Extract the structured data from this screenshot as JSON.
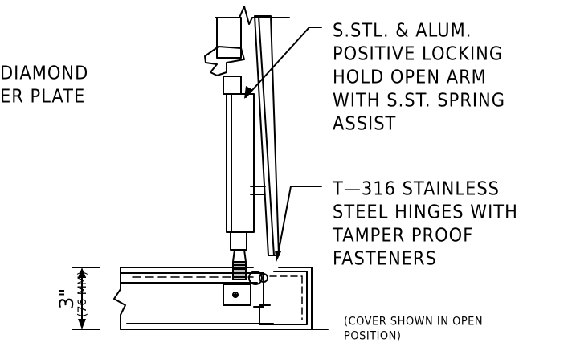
{
  "labels": {
    "diamond_line1": "DIAMOND",
    "diamond_line2": "ER PLATE",
    "arm_line1": "S.STL. & ALUM.",
    "arm_line2": "POSITIVE LOCKING",
    "arm_line3": "HOLD OPEN ARM",
    "arm_line4": "WITH S.ST. SPRING",
    "arm_line5": "ASSIST",
    "hinge_line1": "T—316 STAINLESS",
    "hinge_line2": "STEEL HINGES WITH",
    "hinge_line3": "TAMPER PROOF",
    "hinge_line4": "FASTENERS",
    "note_line1": "(COVER SHOWN IN OPEN",
    "note_line2": "POSITION)",
    "dim_main": "3\"",
    "dim_sub": "(76 MM)"
  },
  "colors": {
    "line": "#000000",
    "background": "#ffffff"
  }
}
